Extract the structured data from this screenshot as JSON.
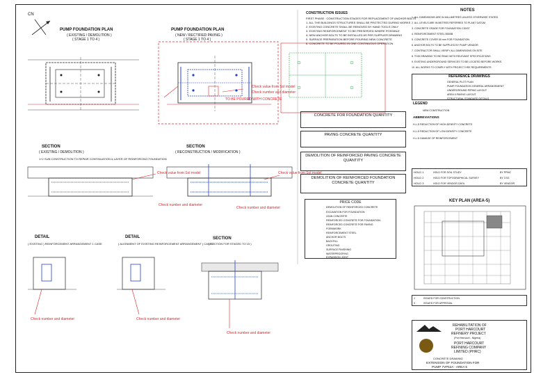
{
  "north_label": "CN",
  "plans": {
    "left_title": "PUMP FOUNDATION PLAN",
    "left_sub": "( EXISTING / DEMOLITION )",
    "left_scale": "( STAGE 1 TO 4 )",
    "right_title": "PUMP FOUNDATION PLAN",
    "right_sub": "( NEW / RECTIFIED PAVING )",
    "right_scale": "( STAGE 1 TO 4 )"
  },
  "sections": {
    "left_title": "SECTION",
    "left_sub": "( EXISTING / DEMOLITION )",
    "right_title": "SECTION",
    "right_sub": "( RECONSTRUCTION / MODIFICATION )",
    "note": "1+2  SUB CONSTRUCTION TO REPAIR CONTINUATION & LAYER OF REINFORCING FOUNDATION"
  },
  "details": [
    {
      "title": "DETAIL",
      "note": "( EXISTING ) REINFORCEMENT ARRANGEMENT 1 CASE"
    },
    {
      "title": "DETAIL",
      "note": "( ALIGNMENT OF EXISTING REINFORCEMENT ARRANGEMENT ) CASE 2"
    },
    {
      "title": "SECTION",
      "note": "( SECTION FOR STAGED TO 15 )"
    }
  ],
  "red_notes": [
    "Check value from Sol model",
    "Check number and diameter",
    "TO BE POURED WITH CONCRETE",
    "Check value from Sol model",
    "Check number and diameter",
    "Check value from Sol model",
    "Check number and diameter",
    "Check number and diameter",
    "Check number and diameter",
    "Check number and diameter"
  ],
  "construction": {
    "title": "CONSTRUCTION ISSUES",
    "lines": [
      "FIRST PHASE : CONSTRUCTION STAGES FOR REPLACEMENT OF ANCHOR BOLTS",
      "1. ALL THE BUILDINGS STRUCTURES SHALL BE PROTECTED DURING WORKS",
      "2. EXISTING CONCRETE SHALL BE REMOVED BY HAND TOOLS ONLY",
      "3. EXISTING REINFORCEMENT TO BE PRESERVED WHERE POSSIBLE",
      "4. NEW ANCHOR BOLTS TO BE INSTALLED AS PER SUPPLIER DRAWING",
      "5. SURFACE PREPARATION BEFORE POURING NEW CONCRETE",
      "6. CONCRETE TO BE POURED IN ONE CONTINUOUS OPERATION"
    ]
  },
  "quantities": [
    {
      "title": "CONCRETE FOR FOUNDATION QUANTITY"
    },
    {
      "title": "PAVING CONCRETE QUANTITY"
    },
    {
      "title": "DEMOLITION OF REINFORCED PAVING CONCRETE QUANTITY"
    },
    {
      "title": "DEMOLITION OF REINFORCED FOUNDATION CONCRETE QUANTITY"
    }
  ],
  "price_code": {
    "title": "PRICE CODE",
    "rows": [
      "DEMOLITION OF REINFORCED CONCRETE",
      "EXCAVATION FOR FOUNDATION",
      "LEAN CONCRETE",
      "REINFORCED CONCRETE FOR FOUNDATION",
      "REINFORCED CONCRETE FOR PAVING",
      "FORMWORK",
      "REINFORCEMENT STEEL",
      "ANCHOR BOLTS",
      "BACKFILL",
      "GROUTING",
      "SURFACE FINISHING",
      "WATERPROOFING",
      "EXPANSION JOINT"
    ]
  },
  "notes": {
    "title": "NOTES",
    "lines": [
      "1. ALL DIMENSIONS ARE IN MILLIMETRES UNLESS OTHERWISE STATED",
      "2. ALL LEVELS ARE IN METRES REFERRED TO PLANT DATUM",
      "3. CONCRETE GRADE FOR FOUNDATION C30/37",
      "4. REINFORCEMENT STEEL B500B",
      "5. CONCRETE COVER 50 mm FOR FOUNDATION",
      "6. ANCHOR BOLTS TO BE SUPPLIED BY PUMP VENDOR",
      "7. CONTRACTOR SHALL VERIFY ALL DIMENSIONS ON SITE",
      "8. THIS DRAWING TO BE READ WITH RELEVANT SPECIFICATIONS",
      "9. EXISTING UNDERGROUND SERVICES TO BE LOCATED BEFORE WORKS",
      "10. ALL WORKS TO COMPLY WITH PROJECT HSE REQUIREMENTS"
    ]
  },
  "reference": {
    "title": "REFERENCE DRAWINGS",
    "rows": [
      "GENERAL PLOT PLAN",
      "PUMP FOUNDATION GENERAL ARRANGEMENT",
      "UNDERGROUND PIPING LAYOUT",
      "AREA 5 PAVING LAYOUT",
      "STRUCTURAL STANDARD DETAILS"
    ]
  },
  "legend": {
    "title": "LEGEND",
    "first": "NEW CONSTRUCTION",
    "abbr_title": "ABBREVIATIONS",
    "abbr": [
      "H.L.D   REDUCTION OF HIGH-DENSITY CONCRETE",
      "H.L.D   REDUCTION OF LOW-DENSITY CONCRETE",
      "H.L.D   DAMAGE OF REINFORCEMENT"
    ]
  },
  "holds": [
    {
      "code": "HOLD 1",
      "text": "HOLD FOR SOIL STUDY",
      "ref": "BY PPMC"
    },
    {
      "code": "HOLD 2",
      "text": "HOLD FOR TOPOGRAPHICAL SURVEY",
      "ref": "BY CSG"
    },
    {
      "code": "HOLD 3",
      "text": "HOLD FOR VENDOR DATA",
      "ref": "BY VENDOR"
    }
  ],
  "keyplan": {
    "title": "KEY PLAN (AREA-5)"
  },
  "revisions": [
    {
      "rev": "1",
      "desc": "ISSUED FOR CONSTRUCTION"
    },
    {
      "rev": "0",
      "desc": "ISSUED FOR APPROVAL"
    }
  ],
  "title_block": {
    "project_1": "REHABILITATION OF",
    "project_2": "PORT HARCOURT",
    "project_3": "REFINERY PROJECT",
    "project_4": "(Port Harcourt - Nigeria)",
    "client_1": "PORT HARCOURT",
    "client_2": "REFINING COMPANY",
    "client_3": "LIMITED (PHRC)",
    "dwg_1": "CONCRETE DRAWING",
    "dwg_2": "EXTENSION OF FOUNDATION FOR",
    "dwg_3": "PUMP 7VP52A - AREA 5"
  },
  "colors": {
    "red": "#e0242a",
    "blue": "#1f3fd6",
    "green": "#19a83c",
    "line": "#222222"
  }
}
